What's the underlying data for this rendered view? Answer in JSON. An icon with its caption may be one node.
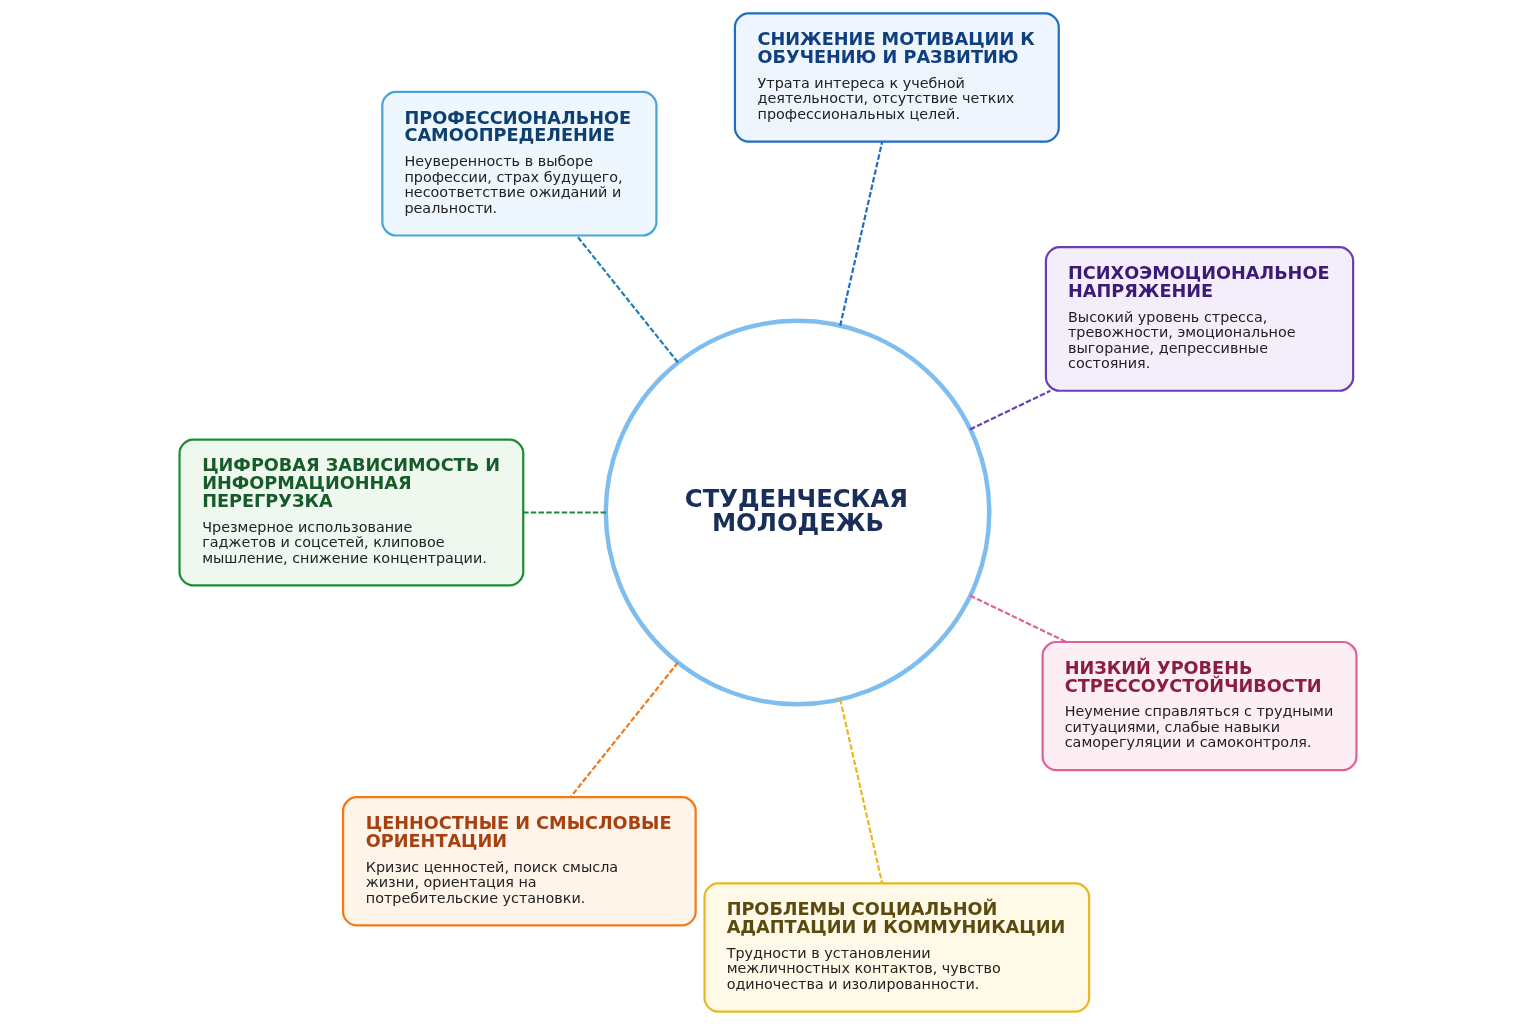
{
  "diagram": {
    "nodes": [
      {
        "text": [
          "СТУДЕНЧЕСКАЯ МОЛОДЕЖЬ"
        ]
      },
      {
        "text": [
          "ПСИХОЭМОЦИОНАЛЬНОЕ НАПРЯЖЕНИЕ",
          "Высокий уровень стресса, тревожности, эмоциональное выгорание, депрессивные состояния."
        ]
      },
      {
        "text": [
          "СНИЖЕНИЕ МОТИВАЦИИ К ОБУЧЕНИЮ И РАЗВИТИЮ",
          "Утрата интереса к учебной деятельности, отсутствие четких профессиональных целей."
        ]
      },
      {
        "text": [
          "ПРОФЕССИОНАЛЬНОЕ САМООПРЕДЕЛЕНИЕ",
          "Неуверенность в выборе профессии, страх будущего, несоответствие ожиданий и реальности."
        ]
      },
      {
        "text": [
          "ЦИФРОВАЯ ЗАВИСИМОСТЬ И ИНФОРМАЦИОННАЯ ПЕРЕГРУЗКА",
          "Чрезмерное использование гаджетов и соцсетей, клиповое мышление, снижение концентрации."
        ]
      },
      {
        "text": [
          "ЦЕННОСТНЫЕ И СМЫСЛОВЫЕ ОРИЕНТАЦИИ",
          "Кризис ценностей, поиск смысла жизни, ориентация на потребительские установки."
        ]
      },
      {
        "text": [
          "ПРОБЛЕМЫ СОЦИАЛЬНОЙ АДАПТАЦИИ И КОММУНИКАЦИИ",
          "Трудности в установлении межличностных контактов, чувство одиночества и изолированности."
        ]
      },
      {
        "text": [
          "НИЗКИЙ УРОВЕНЬ СТРЕССОУСТОЙЧИВОСТИ",
          "Неумение справляться с трудными ситуациями, слабые навыки саморегуляции и самоконтроля."
        ]
      }
    ],
    "edges": [
      {
        "from": 0,
        "to": 1,
        "arrow": "none",
        "style": "dashed",
        "color": "#6a3fb5"
      },
      {
        "from": 0,
        "to": 2,
        "arrow": "none",
        "style": "dashed",
        "color": "#1e6fc4"
      },
      {
        "from": 0,
        "to": 3,
        "arrow": "none",
        "style": "dashed",
        "color": "#1d7fb8"
      },
      {
        "from": 0,
        "to": 4,
        "arrow": "none",
        "style": "dashed",
        "color": "#1f8a3a"
      },
      {
        "from": 0,
        "to": 5,
        "arrow": "none",
        "style": "dashed",
        "color": "#f07a1a"
      },
      {
        "from": 0,
        "to": 6,
        "arrow": "none",
        "style": "dashed",
        "color": "#e8b820"
      },
      {
        "from": 0,
        "to": 7,
        "arrow": "none",
        "style": "dashed",
        "color": "#e0609a"
      }
    ]
  }
}
